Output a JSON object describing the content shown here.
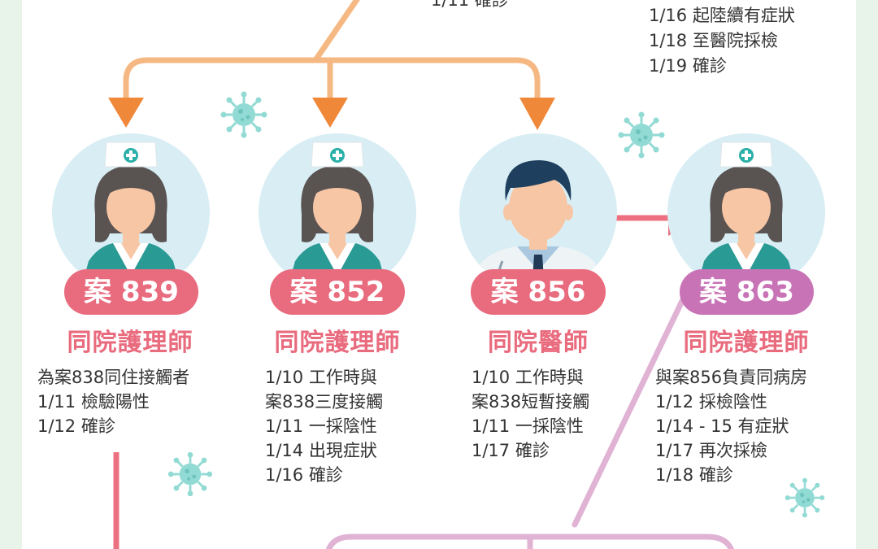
{
  "colors": {
    "page_bg": "#e8f3ea",
    "card_bg": "#ffffff",
    "orange_connector": "#f6b883",
    "orange_arrow_head": "#f0883a",
    "pink_arrow": "#ec7080",
    "pink_badge": "#e96b7e",
    "purple_badge": "#c873b6",
    "purple_connector": "#e0b2d4",
    "text_dark": "#333333",
    "virus": "#92dad4",
    "avatar_bg": "#d8eef4"
  },
  "top_clipped_note": "1/11 確診",
  "top_notes": [
    "1/16 起陸續有症狀",
    "1/18 至醫院採檢",
    "1/19 確診"
  ],
  "cases": [
    {
      "avatar": "nurse-avatar",
      "badge": "案 839",
      "badge_color": "#e96b7e",
      "role": "同院護理師",
      "role_color": "#e96b7e",
      "lines": [
        "為案838同住接觸者",
        "1/11 檢驗陽性",
        "1/12 確診"
      ]
    },
    {
      "avatar": "nurse-avatar",
      "badge": "案 852",
      "badge_color": "#e96b7e",
      "role": "同院護理師",
      "role_color": "#e96b7e",
      "lines": [
        "1/10 工作時與",
        "案838三度接觸",
        "1/11 一採陰性",
        "1/14 出現症狀",
        "1/16 確診"
      ]
    },
    {
      "avatar": "doctor-avatar",
      "badge": "案 856",
      "badge_color": "#e96b7e",
      "role": "同院醫師",
      "role_color": "#e96b7e",
      "lines": [
        "1/10 工作時與",
        "案838短暫接觸",
        "1/11 一採陰性",
        "1/17 確診"
      ]
    },
    {
      "avatar": "nurse-avatar",
      "badge": "案 863",
      "badge_color": "#c873b6",
      "role": "同院護理師",
      "role_color": "#e96b7e",
      "lines": [
        "與案856負責同病房",
        "1/12 採檢陰性",
        "1/14 - 15 有症狀",
        "1/17 再次採檢",
        "1/18 確診"
      ]
    }
  ]
}
